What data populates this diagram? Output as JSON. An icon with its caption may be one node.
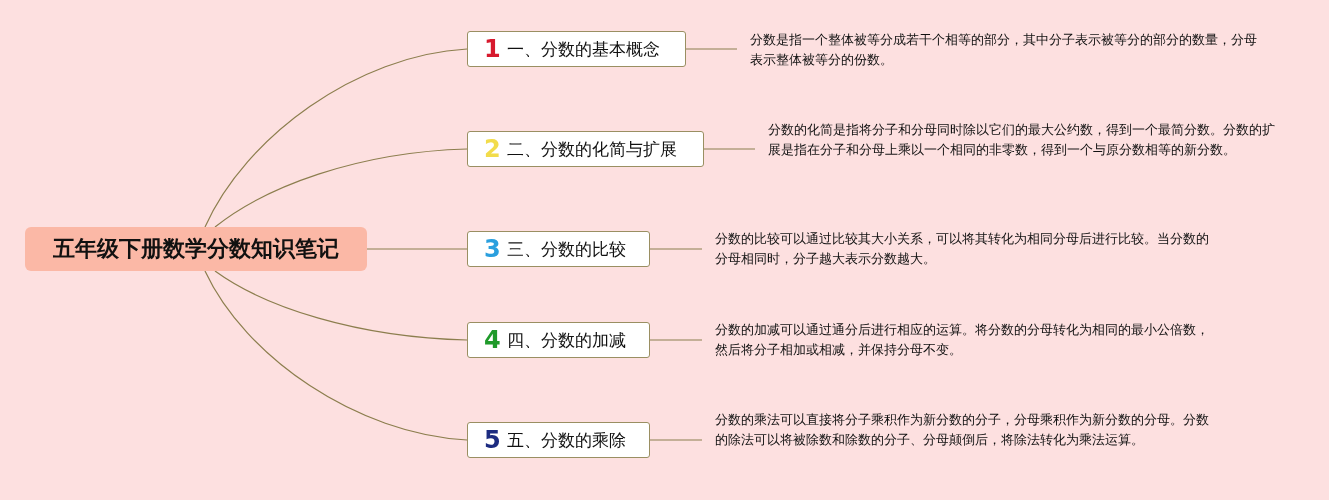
{
  "diagram": {
    "nodes": [
      {
        "text": [
          "五年级下册数学分数知识笔记"
        ]
      },
      {
        "text": [
          "1",
          "一、分数的基本概念"
        ]
      },
      {
        "text": [
          "2",
          "二、分数的化简与扩展"
        ]
      },
      {
        "text": [
          "3",
          "三、分数的比较"
        ]
      },
      {
        "text": [
          "4",
          "四、分数的加减"
        ]
      },
      {
        "text": [
          "5",
          "五、分数的乘除"
        ]
      },
      {
        "text": [
          "分数是指一个整体被等分成若干个相等的部分，其中分子表示被等分的部分的数量，分母表示整体被等分的份数。"
        ]
      },
      {
        "text": [
          "分数的化简是指将分子和分母同时除以它们的最大公约数，得到一个最简分数。分数的扩展是指在分子和分母上乘以一个相同的非零数，得到一个与原分数相等的新分数。"
        ]
      },
      {
        "text": [
          "分数的比较可以通过比较其大小关系，可以将其转化为相同分母后进行比较。当分数的分母相同时，分子越大表示分数越大。"
        ]
      },
      {
        "text": [
          "分数的加减可以通过通分后进行相应的运算。将分数的分母转化为相同的最小公倍数，然后将分子相加或相减，并保持分母不变。"
        ]
      },
      {
        "text": [
          "分数的乘法可以直接将分子乘积作为新分数的分子，分母乘积作为新分数的分母。分数的除法可以将被除数和除数的分子、分母颠倒后，将除法转化为乘法运算。"
        ]
      }
    ],
    "edges": [
      {
        "from": 0,
        "to": 1,
        "arrow": "none"
      },
      {
        "from": 0,
        "to": 2,
        "arrow": "none"
      },
      {
        "from": 0,
        "to": 3,
        "arrow": "none"
      },
      {
        "from": 0,
        "to": 4,
        "arrow": "none"
      },
      {
        "from": 0,
        "to": 5,
        "arrow": "none"
      },
      {
        "from": 1,
        "to": 6,
        "arrow": "none"
      },
      {
        "from": 2,
        "to": 7,
        "arrow": "none"
      },
      {
        "from": 3,
        "to": 8,
        "arrow": "none"
      },
      {
        "from": 4,
        "to": 9,
        "arrow": "none"
      },
      {
        "from": 5,
        "to": 10,
        "arrow": "none"
      }
    ]
  }
}
